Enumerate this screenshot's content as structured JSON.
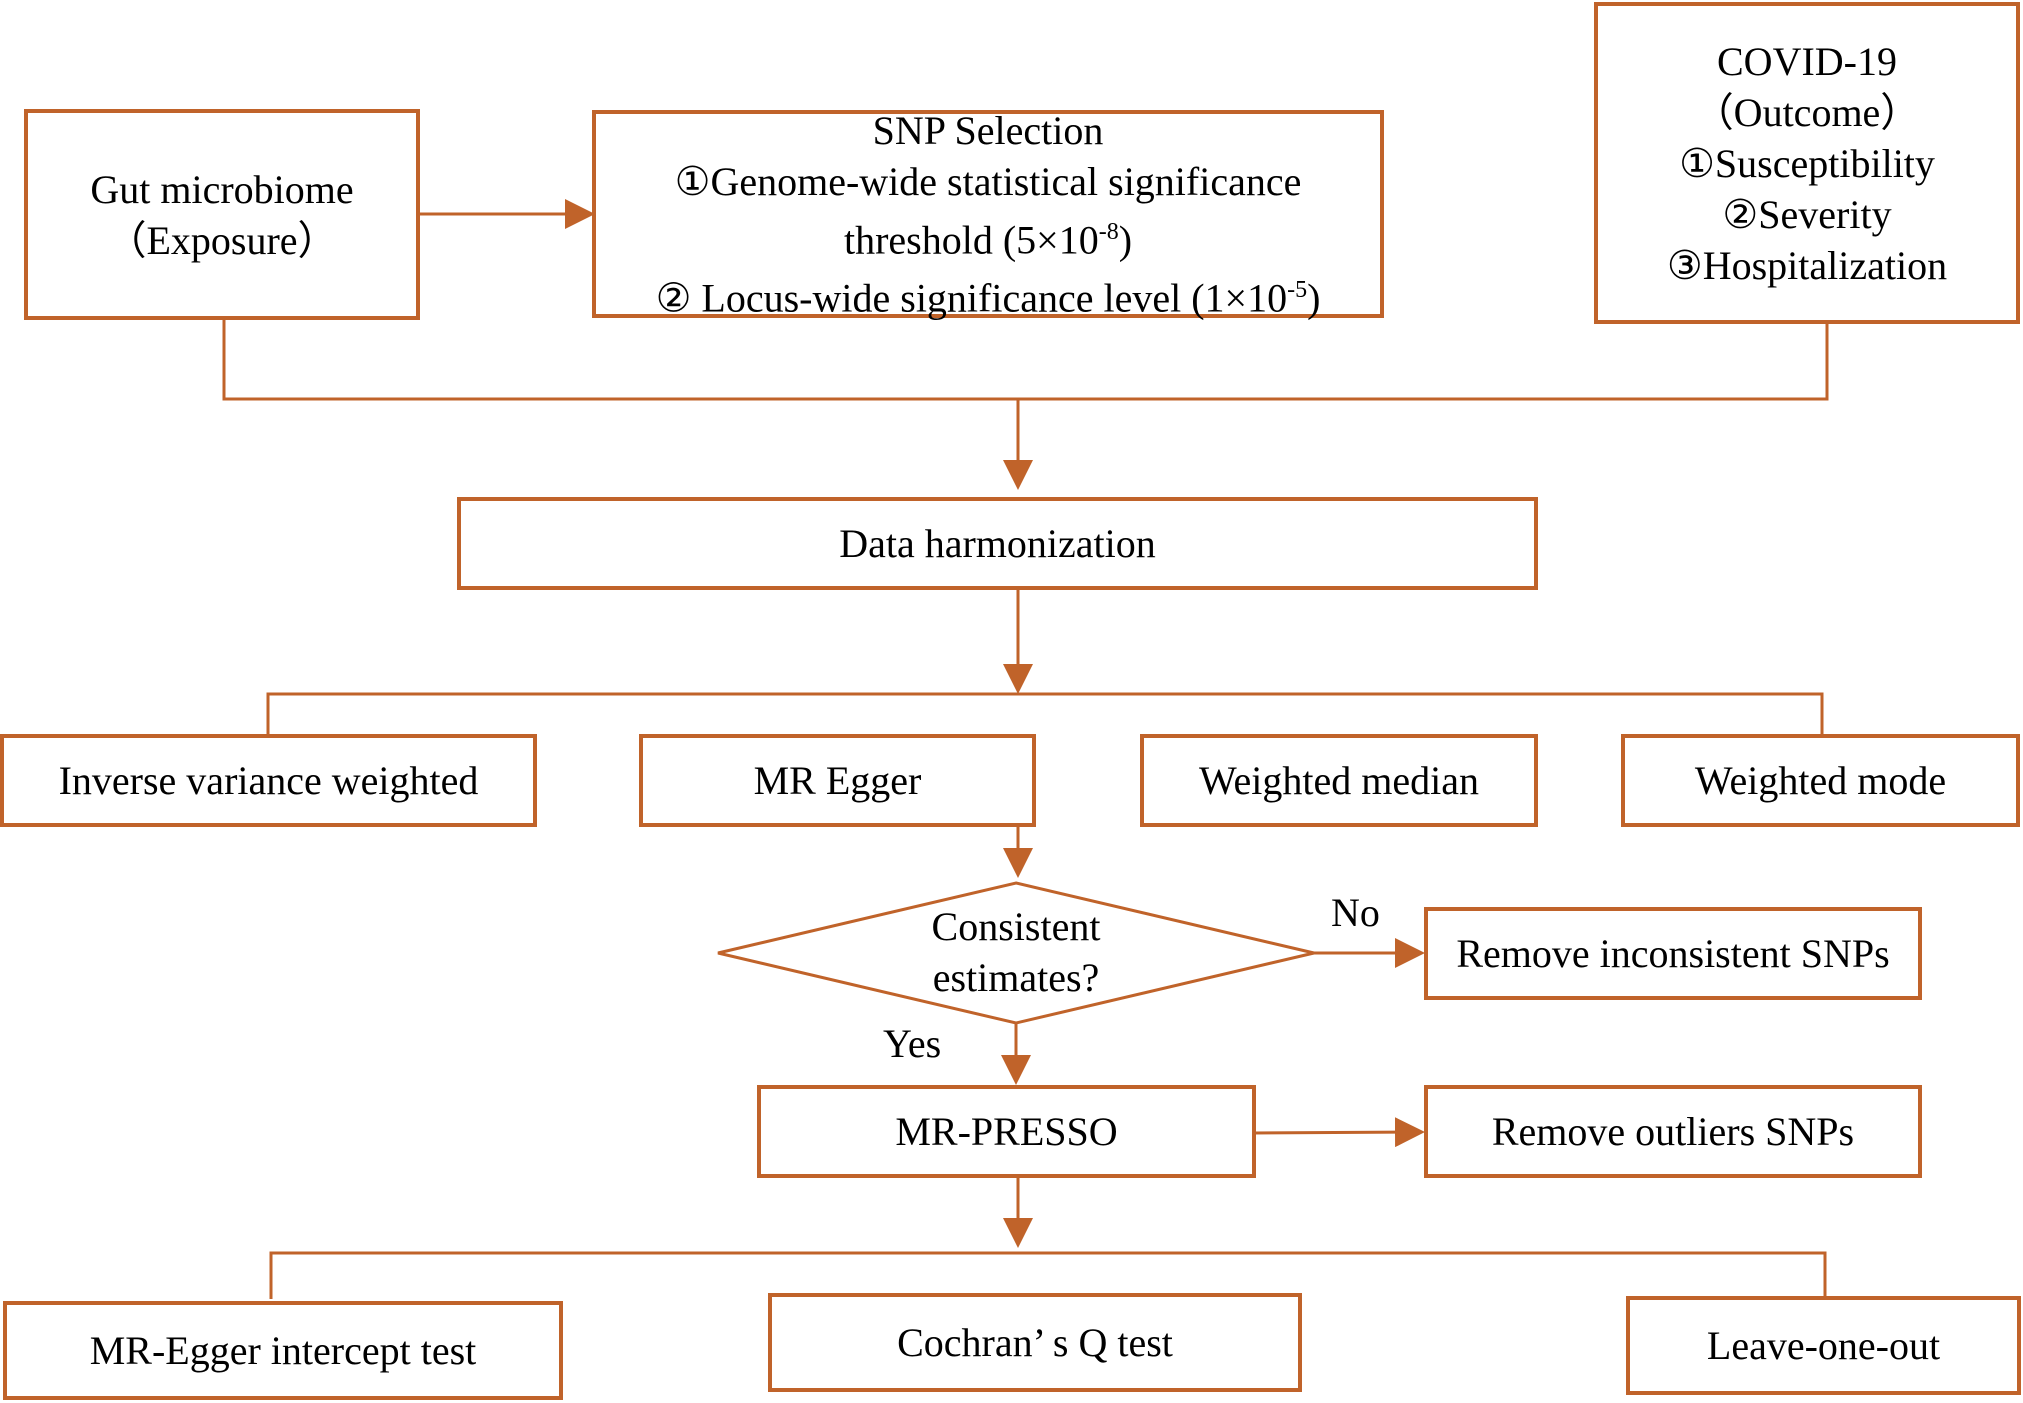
{
  "colors": {
    "stroke": "#c0632a",
    "text": "#000000",
    "background": "#ffffff"
  },
  "nodes": {
    "gut": {
      "lines": [
        "Gut microbiome",
        "（Exposure）"
      ]
    },
    "snp": {
      "title": "SNP Selection",
      "l1": "①Genome-wide statistical significance",
      "l2_pre": "threshold (5×10",
      "l2_sup": "-8",
      "l2_post": ")",
      "l3_pre": "② Locus-wide significance level (1×10",
      "l3_sup": "-5",
      "l3_post": ")"
    },
    "covid": {
      "lines": [
        "COVID-19",
        "（Outcome）",
        "①Susceptibility",
        "②Severity",
        "③Hospitalization"
      ]
    },
    "harmonization": "Data harmonization",
    "ivw": "Inverse variance weighted",
    "mr_egger": "MR Egger",
    "wmedian": "Weighted median",
    "wmode": "Weighted mode",
    "decision": {
      "lines": [
        "Consistent",
        "estimates?"
      ]
    },
    "no_label": "No",
    "yes_label": "Yes",
    "remove_inconsistent": "Remove inconsistent SNPs",
    "mr_presso": "MR-PRESSO",
    "remove_outliers": "Remove outliers SNPs",
    "egger_intercept": "MR-Egger intercept test",
    "cochran": "Cochran’ s Q test",
    "loo": "Leave-one-out"
  }
}
